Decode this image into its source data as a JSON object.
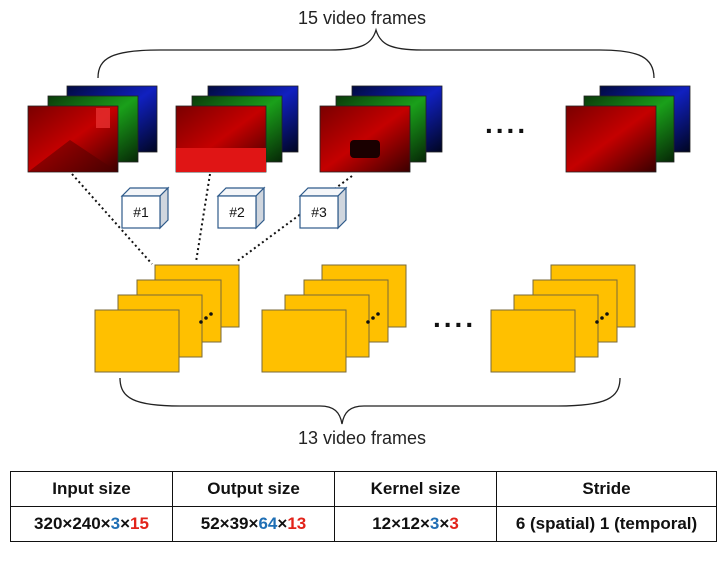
{
  "labels": {
    "input_frames": "15 video frames",
    "output_frames": "13 video frames",
    "ellipsis": "....",
    "kernels": [
      "#1",
      "#2",
      "#3"
    ]
  },
  "table": {
    "headers": [
      "Input size",
      "Output size",
      "Kernel size",
      "Stride"
    ],
    "row": {
      "input": {
        "base": "320×240×",
        "channels": "3",
        "sep": "×",
        "frames": "15"
      },
      "output": {
        "base": "52×39×",
        "channels": "64",
        "sep": "×",
        "frames": "13"
      },
      "kernel": {
        "base": "12×12×",
        "channels": "3",
        "sep": "×",
        "frames": "3"
      },
      "stride": "6 (spatial) 1 (temporal)"
    }
  },
  "colors": {
    "feature_map": "#ffc000",
    "channel_red": "#e2231a",
    "channel_blue": "#1f6fb5",
    "cube_face": "#ffffff",
    "cube_edge": "#2e5a8a"
  }
}
